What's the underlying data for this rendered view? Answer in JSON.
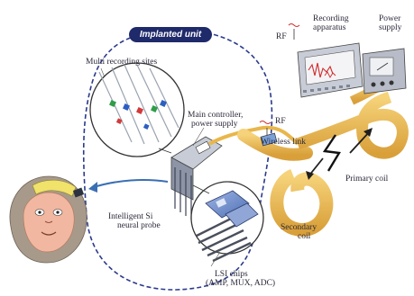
{
  "labels": {
    "implanted_unit": "Implanted unit",
    "multi_recording_sites": "Multi recording sites",
    "main_controller_line1": "Main controller,",
    "main_controller_line2": "power supply",
    "rf_upper": "RF",
    "rf_lower": "RF",
    "recording_apparatus_line1": "Recording",
    "recording_apparatus_line2": "apparatus",
    "power_supply_line1": "Power",
    "power_supply_line2": "supply",
    "wireless_link": "Wireless link",
    "primary_coil": "Primary coil",
    "secondary_coil_line1": "Secondary",
    "secondary_coil_line2": "coil",
    "intelligent_probe_line1": "Intelligent Si",
    "intelligent_probe_line2": "neural probe",
    "lsi_chips_line1": "LSI chips",
    "lsi_chips_line2": "(AMP, MUX, ADC)"
  },
  "colors": {
    "dashed_outline": "#2b3a8c",
    "badge": "#1f2a6b",
    "ribbon": "#e9b64a",
    "ribbon_dark": "#c98f22",
    "arrow": "#3a6fb3",
    "red_trace": "#d12a2a",
    "probe_green": "#2f9d4a",
    "probe_blue": "#2c5fc2",
    "probe_red": "#d23a3a",
    "monkey_face": "#f2b7a0"
  }
}
